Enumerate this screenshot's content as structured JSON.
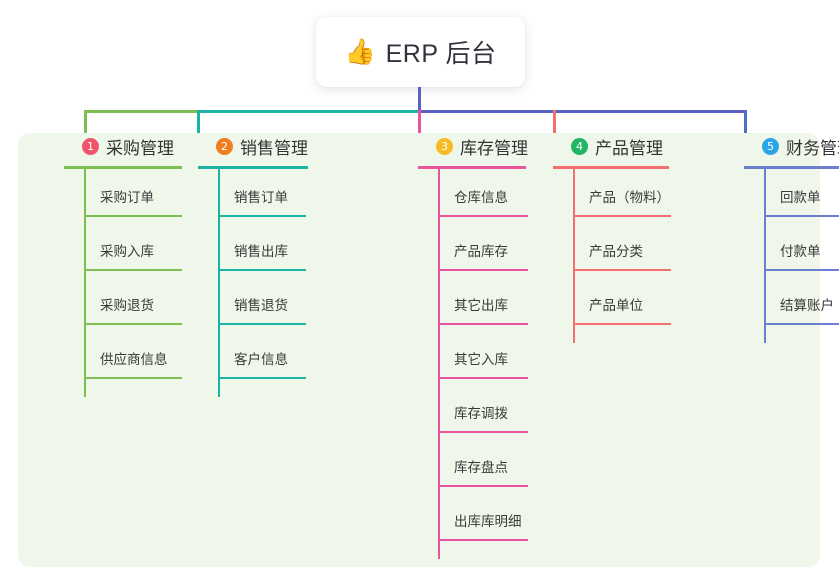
{
  "root": {
    "icon": "thumbs-up-icon",
    "emoji": "👍",
    "title": "ERP 后台"
  },
  "palette": {
    "panel_bg": "#eef7e9",
    "page_bg": "#ffffff",
    "trunk": "#5b62c4",
    "green": "#7dbd52",
    "teal": "#1bb4a4",
    "pink": "#e8559c",
    "salmon": "#f4706e",
    "blue": "#4f6fc6"
  },
  "columns": [
    {
      "number": "1",
      "title": "采购管理",
      "badge_color": "#f0556c",
      "line_color": "#7dbd52",
      "items": [
        "采购订单",
        "采购入库",
        "采购退货",
        "供应商信息"
      ]
    },
    {
      "number": "2",
      "title": "销售管理",
      "badge_color": "#f07d1e",
      "line_color": "#1bb4a4",
      "items": [
        "销售订单",
        "销售出库",
        "销售退货",
        "客户信息"
      ]
    },
    {
      "number": "3",
      "title": "库存管理",
      "badge_color": "#f5bc24",
      "line_color": "#e8559c",
      "items": [
        "仓库信息",
        "产品库存",
        "其它出库",
        "其它入库",
        "库存调拨",
        "库存盘点",
        "出库库明细"
      ]
    },
    {
      "number": "4",
      "title": "产品管理",
      "badge_color": "#22b564",
      "line_color": "#f4706e",
      "items": [
        "产品（物料）",
        "产品分类",
        "产品单位"
      ]
    },
    {
      "number": "5",
      "title": "财务管理",
      "badge_color": "#29a6e8",
      "line_color": "#6b7fd0",
      "items": [
        "回款单",
        "付款单",
        "结算账户"
      ]
    }
  ]
}
